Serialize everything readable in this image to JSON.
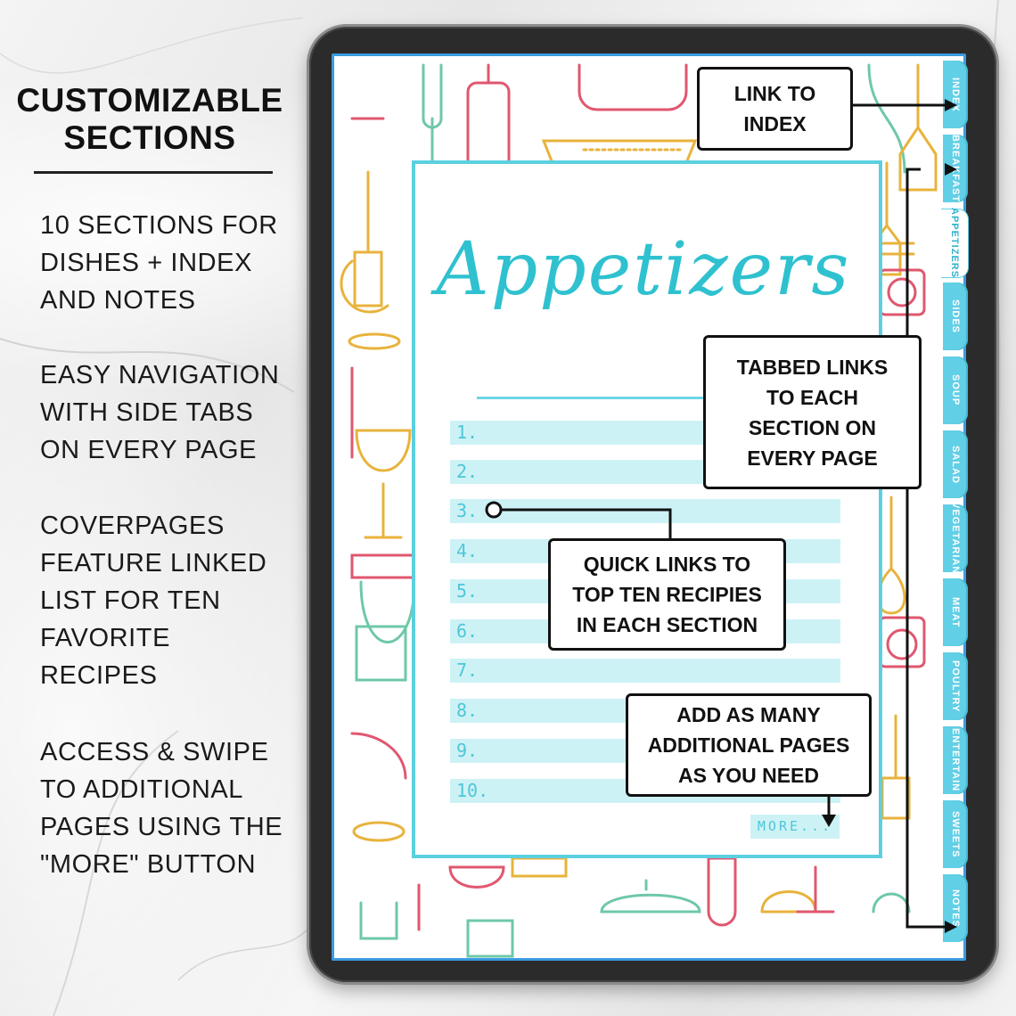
{
  "left_panel": {
    "heading": "CUSTOMIZABLE\nSECTIONS",
    "features": [
      "10 SECTIONS FOR\nDISHES + INDEX\nAND NOTES",
      "EASY NAVIGATION\nWITH SIDE TABS\nON EVERY PAGE",
      "COVERPAGES\nFEATURE LINKED\nLIST FOR TEN\nFAVORITE\nRECIPES",
      "ACCESS & SWIPE\nTO ADDITIONAL\nPAGES USING THE\n\"MORE\" BUTTON"
    ]
  },
  "tabs": [
    {
      "label": "INDEX",
      "active": false
    },
    {
      "label": "BREAKFAST",
      "active": false
    },
    {
      "label": "APPETIZERS",
      "active": true
    },
    {
      "label": "SIDES",
      "active": false
    },
    {
      "label": "SOUP",
      "active": false
    },
    {
      "label": "SALAD",
      "active": false
    },
    {
      "label": "VEGETARIAN",
      "active": false
    },
    {
      "label": "MEAT",
      "active": false
    },
    {
      "label": "POULTRY",
      "active": false
    },
    {
      "label": "ENTERTAIN",
      "active": false
    },
    {
      "label": "SWEETS",
      "active": false
    },
    {
      "label": "NOTES",
      "active": false
    }
  ],
  "cover": {
    "title": "Appetizers",
    "list_numbers": [
      "1.",
      "2.",
      "3.",
      "4.",
      "5.",
      "6.",
      "7.",
      "8.",
      "9.",
      "10."
    ],
    "more_label": "MORE..."
  },
  "callouts": {
    "index": "LINK TO\nINDEX",
    "tabs": "TABBED LINKS\nTO EACH\nSECTION ON\nEVERY PAGE",
    "quick_links": "QUICK LINKS TO\nTOP TEN RECIPIES\nIN EACH SECTION",
    "more_pages": "ADD AS MANY\nADDITIONAL PAGES\nAS YOU NEED"
  },
  "colors": {
    "accent": "#5cd0e0",
    "tab": "#61cfe6",
    "row_fill": "#cdf2f6",
    "title": "#2fc1cf"
  }
}
